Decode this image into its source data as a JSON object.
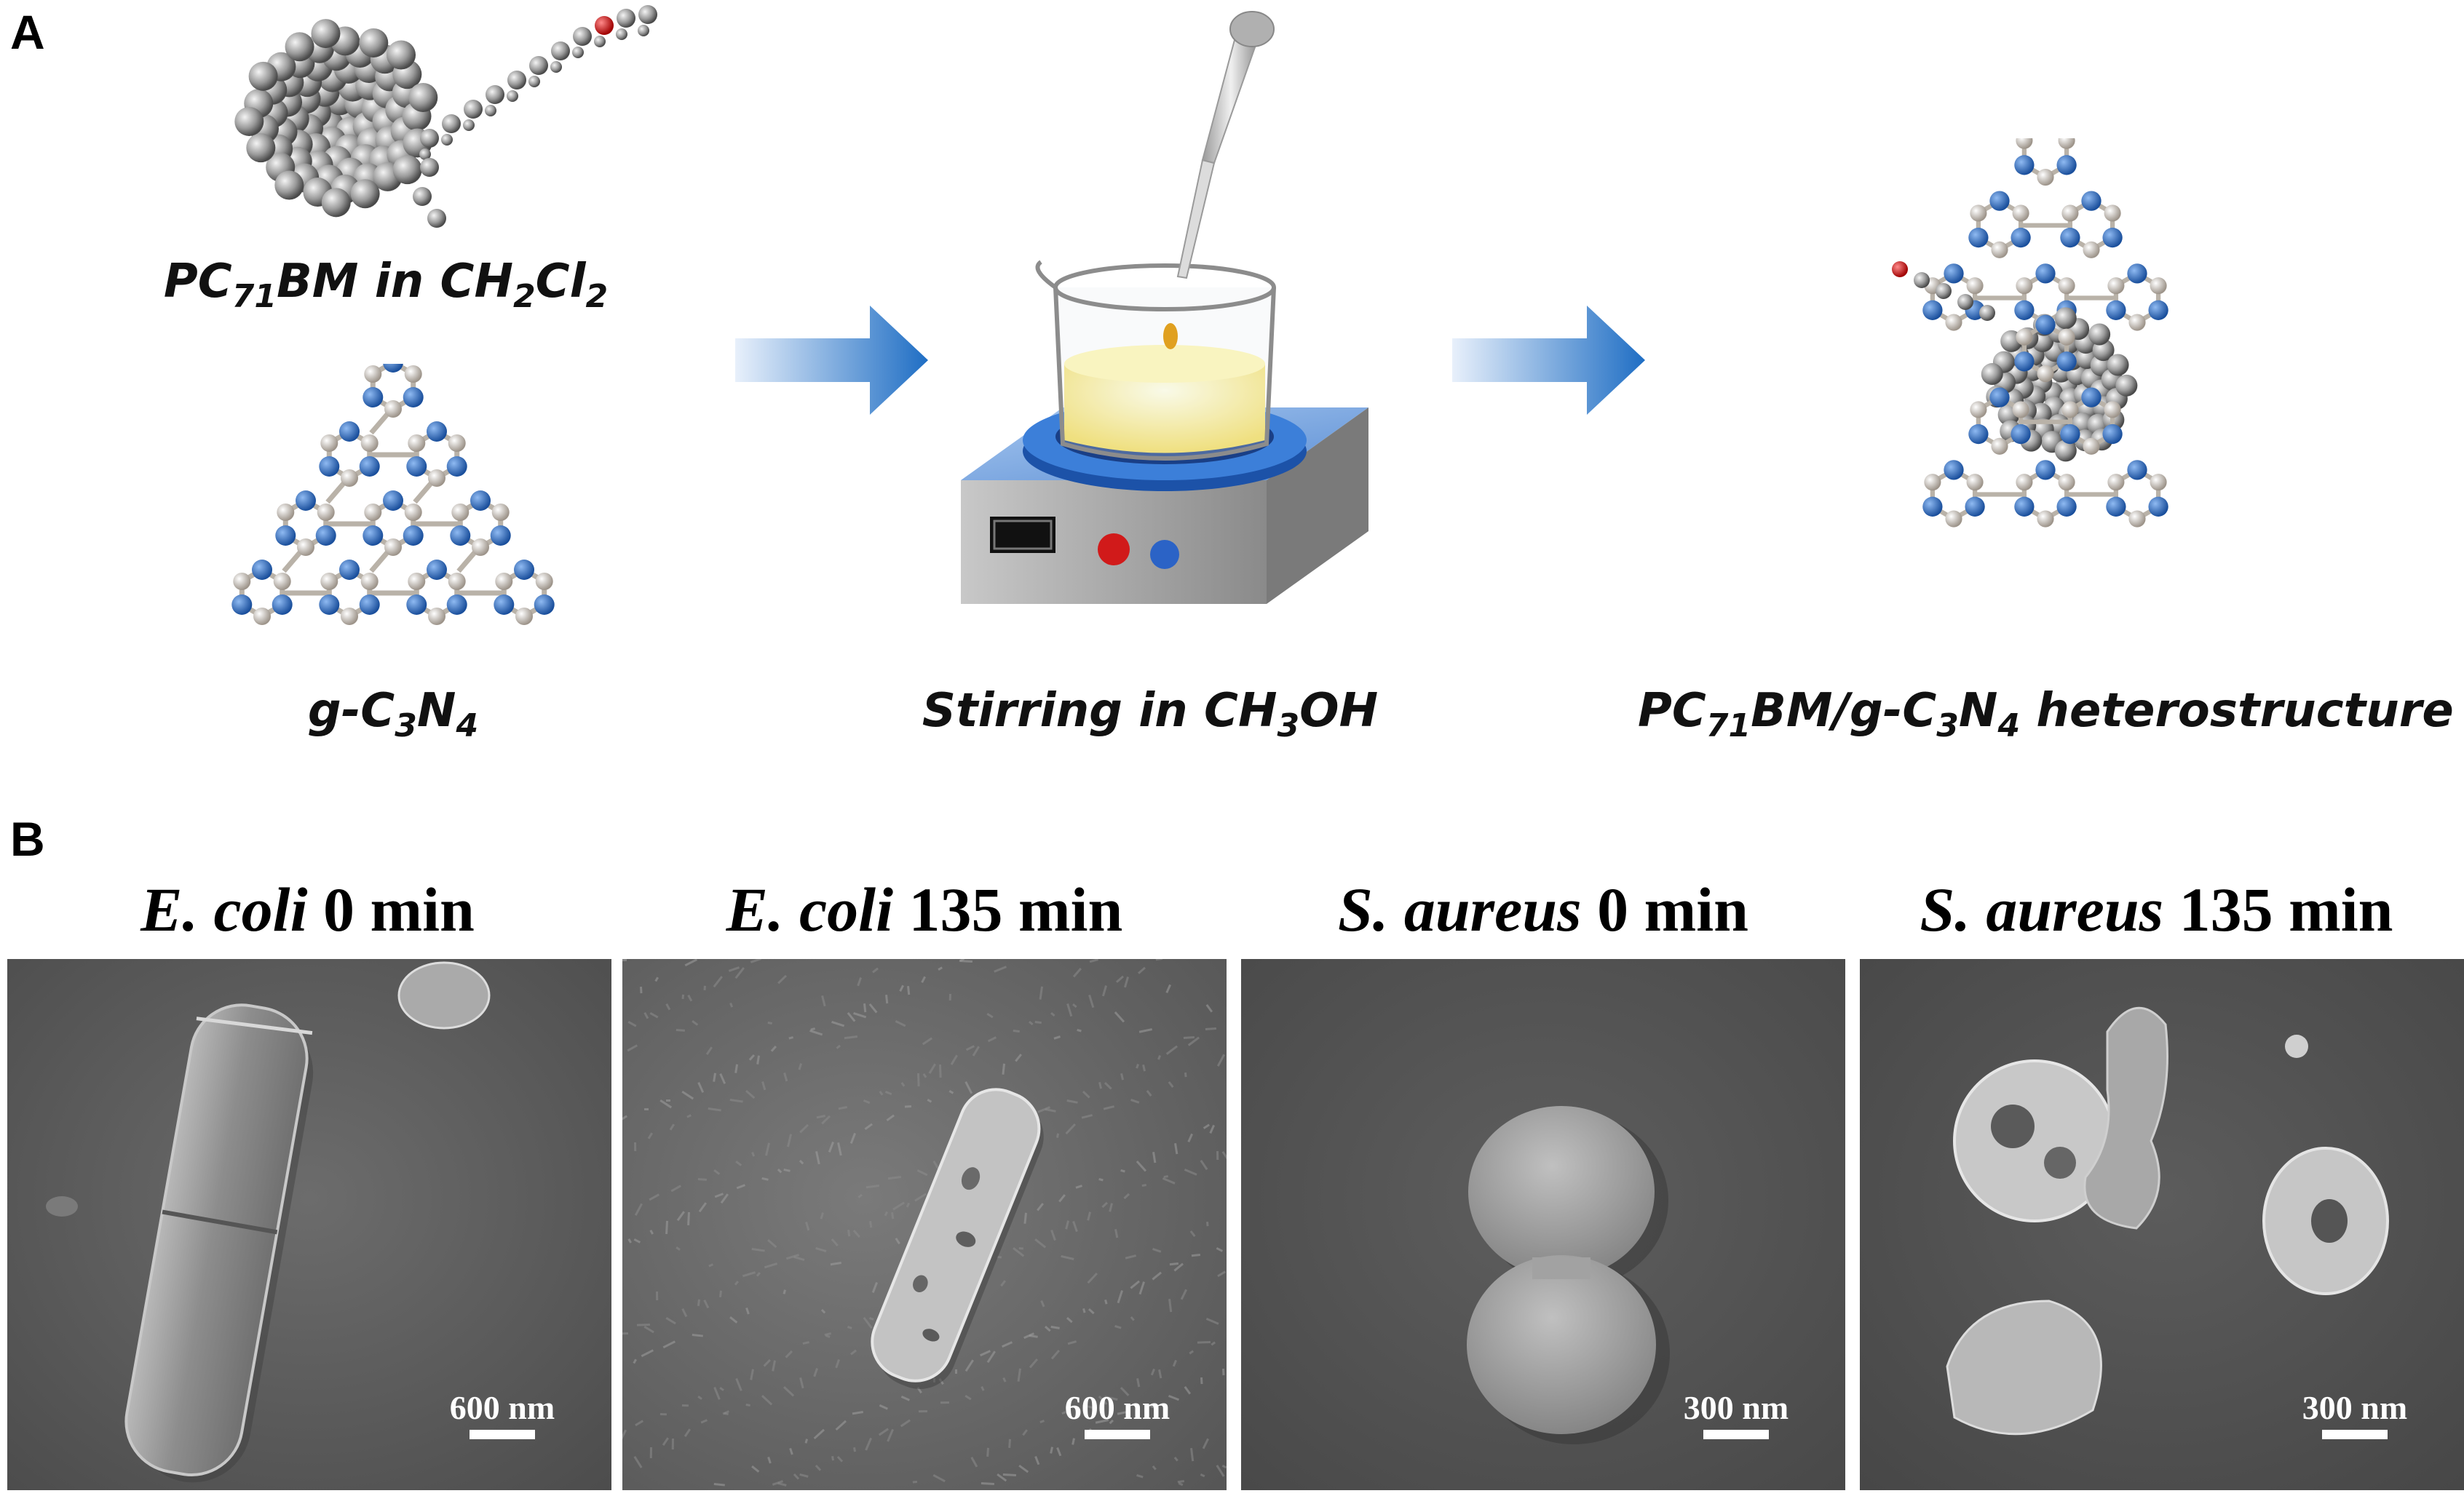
{
  "panel_a": {
    "letter": "A",
    "pcbm_caption": {
      "pre": "PC",
      "sub1": "71",
      "mid": "BM in CH",
      "sub2": "2",
      "post": "Cl",
      "sub3": "2"
    },
    "gcn_caption": {
      "pre": "g-C",
      "sub1": "3",
      "mid": "N",
      "sub2": "4"
    },
    "stir_caption": {
      "pre": "Stirring in CH",
      "sub1": "3",
      "post": "OH"
    },
    "hetero_caption": {
      "pre": "PC",
      "sub1": "71",
      "mid": "BM/g-C",
      "sub2": "3",
      "mid2": "N",
      "sub3": "4",
      "post": " heterostructure"
    }
  },
  "panel_b": {
    "letter": "B",
    "images": [
      {
        "organism": "E. coli",
        "time": "0 min",
        "scale": "600 nm"
      },
      {
        "organism": "E. coli",
        "time": "135 min",
        "scale": "600 nm"
      },
      {
        "organism": "S. aureus",
        "time": "0 min",
        "scale": "300 nm"
      },
      {
        "organism": "S. aureus",
        "time": "135 min",
        "scale": "300 nm"
      }
    ]
  },
  "colors": {
    "nitrogen": "#2f6fc8",
    "carbon": "#cfc7bd",
    "oxygen": "#d01818",
    "arrow": "#1f6ec4",
    "sem_bg": "#5d5d5d"
  }
}
